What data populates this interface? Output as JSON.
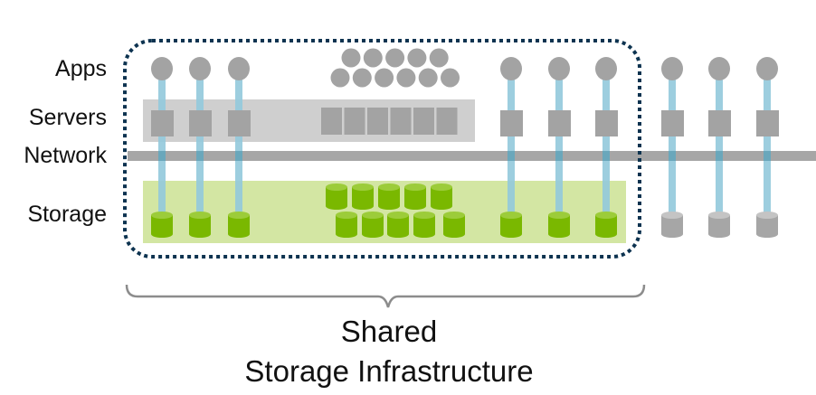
{
  "diagram": {
    "title": "Shared Storage Infrastructure",
    "row_labels": {
      "apps": "Apps",
      "servers": "Servers",
      "network": "Network",
      "storage": "Storage"
    },
    "caption": {
      "line1": "Shared",
      "line2": "Storage Infrastructure"
    },
    "colors": {
      "node_gray": "#a3a3a3",
      "server_band": "#cfcfcf",
      "network_bar": "#a6a6a6",
      "link_blue": "#92c9dc",
      "storage_band": "#d3e6a3",
      "storage_green": "#7ab800",
      "storage_green_top": "#9ccc3a",
      "disk_gray": "#a6a6a6",
      "disk_gray_top": "#c4c4c4",
      "boundary_navy": "#0d3350",
      "brace_gray": "#8c8c8c"
    },
    "groups": {
      "left_shared_stacks": 3,
      "consolidated_apps_top_row": 5,
      "consolidated_apps_bottom_row": 6,
      "consolidated_servers": 6,
      "consolidated_storage_top_row": 5,
      "consolidated_storage_bottom_row": 5,
      "middle_shared_stacks": 3,
      "external_stacks_direct_storage": 3
    }
  }
}
